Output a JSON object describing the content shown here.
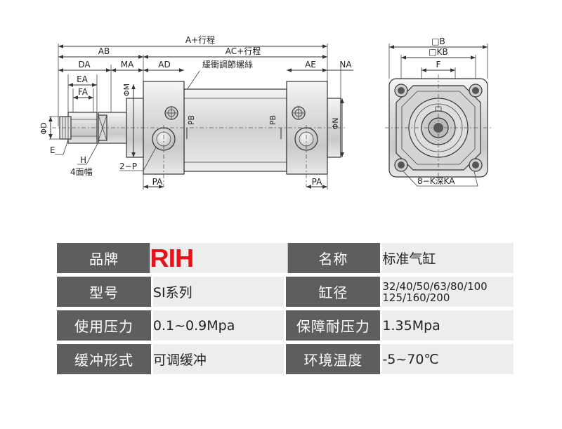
{
  "diagram": {
    "labels": {
      "a_stroke": "A+行程",
      "ab": "AB",
      "ac_stroke": "AC+行程",
      "da": "DA",
      "ma": "MA",
      "ad": "AD",
      "ae": "AE",
      "na": "NA",
      "ea": "EA",
      "fa": "FA",
      "cushion_screw": "緩衝調節螺絲",
      "phi_m": "ΦM",
      "phi_d": "ΦD",
      "phi_n": "ΦN",
      "pb": "PB",
      "e": "E",
      "h": "H",
      "four_faces": "4面幅",
      "two_p": "2−P",
      "pa": "PA",
      "b": "□B",
      "kb": "□KB",
      "f": "F",
      "k_depth": "8−K深KA"
    }
  },
  "spec_table": {
    "rows": [
      [
        {
          "label": "品牌"
        },
        {
          "value": "RIH",
          "kind": "brand"
        },
        {
          "label": "名称"
        },
        {
          "value": "标准气缸"
        }
      ],
      [
        {
          "label": "型号"
        },
        {
          "value": "SI系列"
        },
        {
          "label": "缸径"
        },
        {
          "lines": [
            "32/40/50/63/80/100",
            "125/160/200"
          ]
        }
      ],
      [
        {
          "label": "使用压力"
        },
        {
          "value": "0.1~0.9Mpa"
        },
        {
          "label": "保障耐压力"
        },
        {
          "value": "1.35Mpa"
        }
      ],
      [
        {
          "label": "缓冲形式"
        },
        {
          "value": "可调缓冲"
        },
        {
          "label": "环境温度"
        },
        {
          "value": "-5~70℃"
        }
      ]
    ]
  }
}
